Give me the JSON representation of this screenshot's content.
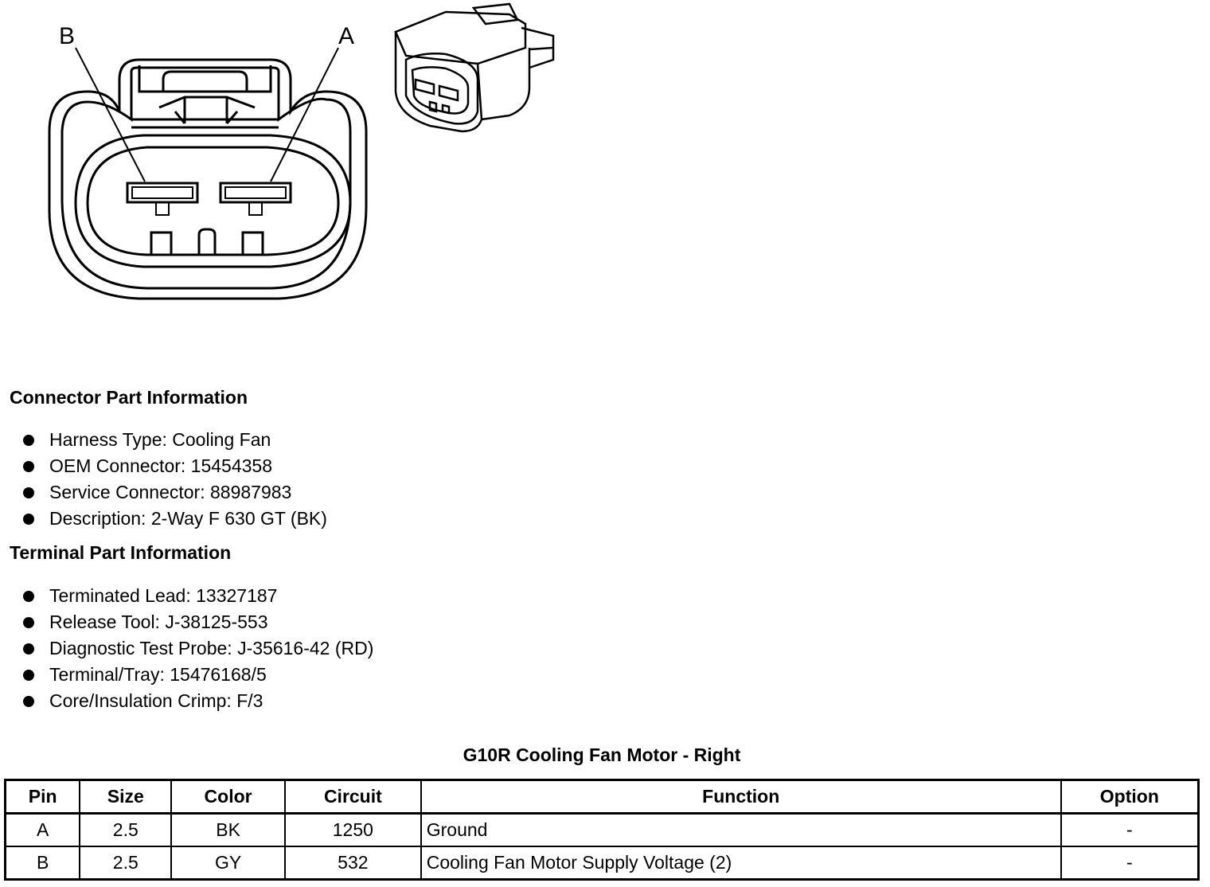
{
  "diagram": {
    "pin_labels": [
      "B",
      "A"
    ]
  },
  "connector_part": {
    "title": "Connector Part Information",
    "items": [
      "Harness Type: Cooling Fan",
      "OEM Connector: 15454358",
      "Service Connector: 88987983",
      "Description: 2-Way F 630 GT (BK)"
    ]
  },
  "terminal_part": {
    "title": "Terminal Part Information",
    "items": [
      "Terminated Lead: 13327187",
      "Release Tool: J-38125-553",
      "Diagnostic Test Probe: J-35616-42 (RD)",
      "Terminal/Tray: 15476168/5",
      "Core/Insulation Crimp: F/3"
    ]
  },
  "pin_table": {
    "title": "G10R Cooling Fan Motor - Right",
    "headers": [
      "Pin",
      "Size",
      "Color",
      "Circuit",
      "Function",
      "Option"
    ],
    "rows": [
      [
        "A",
        "2.5",
        "BK",
        "1250",
        "Ground",
        "-"
      ],
      [
        "B",
        "2.5",
        "GY",
        "532",
        "Cooling Fan Motor Supply Voltage (2)",
        "-"
      ]
    ]
  }
}
